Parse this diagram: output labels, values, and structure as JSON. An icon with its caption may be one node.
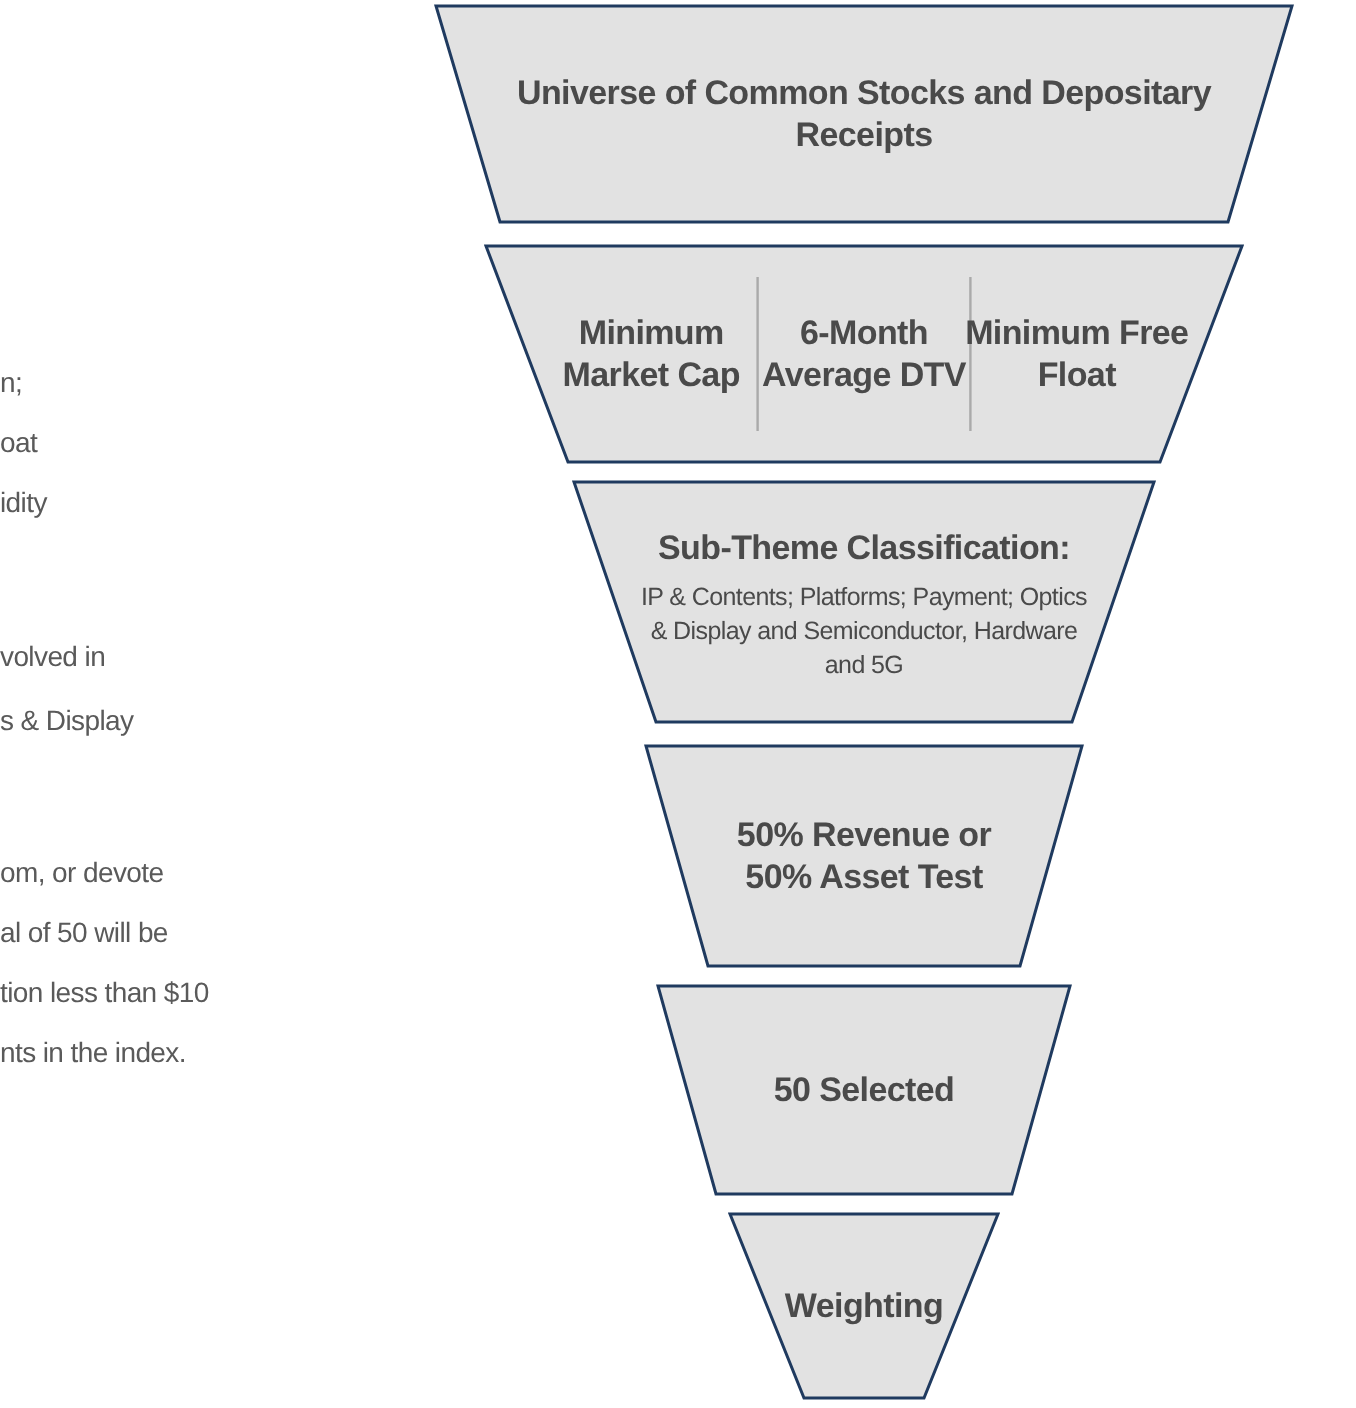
{
  "diagram": {
    "nodes": [
      {
        "text": [
          "Universe of Common Stocks and Depositary Receipts"
        ]
      },
      {
        "text": [
          "Minimum Market Cap",
          "6-Month Average DTV",
          "Minimum Free Float"
        ]
      },
      {
        "text": [
          "Sub-Theme Classification:",
          "IP & Contents; Platforms; Payment; Optics & Display and Semiconductor, Hardware and 5G"
        ]
      },
      {
        "text": [
          "50% Revenue or 50% Asset Test"
        ]
      },
      {
        "text": [
          "50 Selected"
        ]
      },
      {
        "text": [
          "Weighting"
        ]
      }
    ],
    "edges": [],
    "labels": [
      "n;",
      "oat",
      "idity",
      "volved in",
      "s & Display",
      "om, or devote",
      "al of 50 will be",
      "tion less than $10",
      "nts in the index."
    ]
  }
}
